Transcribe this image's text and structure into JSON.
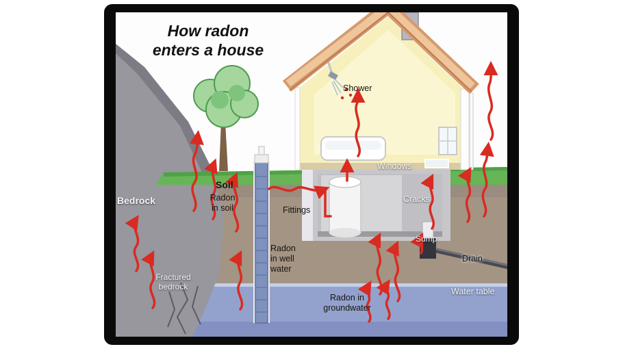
{
  "title": {
    "line1": "How radon",
    "line2": "enters a house"
  },
  "labels": {
    "bedrock": "Bedrock",
    "soil": "Soil",
    "radon_in_soil": [
      "Radon",
      "in soil"
    ],
    "fittings": "Fittings",
    "radon_in_well_water": [
      "Radon",
      "in well",
      "water"
    ],
    "radon_in_groundwater": [
      "Radon in",
      "groundwater"
    ],
    "shower": "Shower",
    "windows": "Windows",
    "cracks": "Cracks",
    "sump": "Sump",
    "drain": "Drain",
    "water_table": "Water table",
    "fractured_bedrock": [
      "Fractured",
      "bedrock"
    ]
  },
  "colors": {
    "arrow_red": "#d92b21",
    "grass_green": "#67b557",
    "soil_brown": "#a39484",
    "water_blue": "#93a2cd",
    "bedrock_gray": "#98979e",
    "roof_tan": "#e7b28c",
    "house_yellow": "#f7f0bd",
    "frame_black": "#0a0a0a"
  }
}
